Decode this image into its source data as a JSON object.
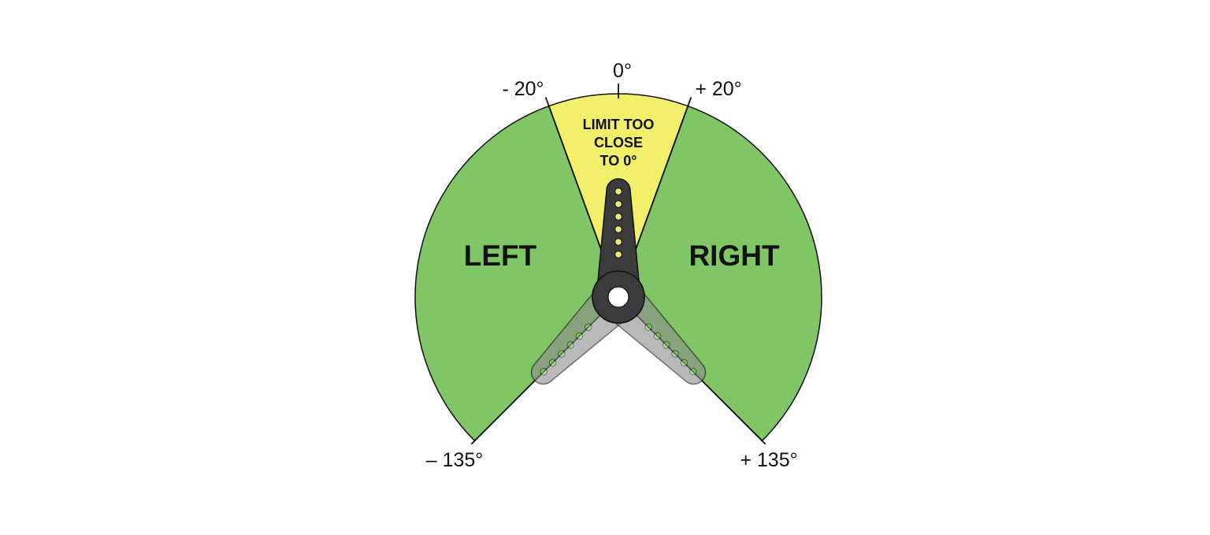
{
  "labels": {
    "zero": "0°",
    "minus20": "- 20°",
    "plus20": "+ 20°",
    "minus135": "– 135°",
    "plus135": "+ 135°"
  },
  "zones": {
    "left": "LEFT",
    "right": "RIGHT",
    "limit_line1": "LIMIT TOO",
    "limit_line2": "CLOSE",
    "limit_line3": "TO 0°"
  },
  "angles": {
    "minimum": -135,
    "limit_low": -20,
    "center": 0,
    "limit_high": 20,
    "maximum": 135
  },
  "colors": {
    "allowed_zone": "#80c566",
    "limit_zone": "#f2ef6a",
    "horn_dark": "#3b3b3b",
    "horn_ghost": "#8c8c8c",
    "horn_holes": "#f2ef6a",
    "outline": "#111111"
  }
}
